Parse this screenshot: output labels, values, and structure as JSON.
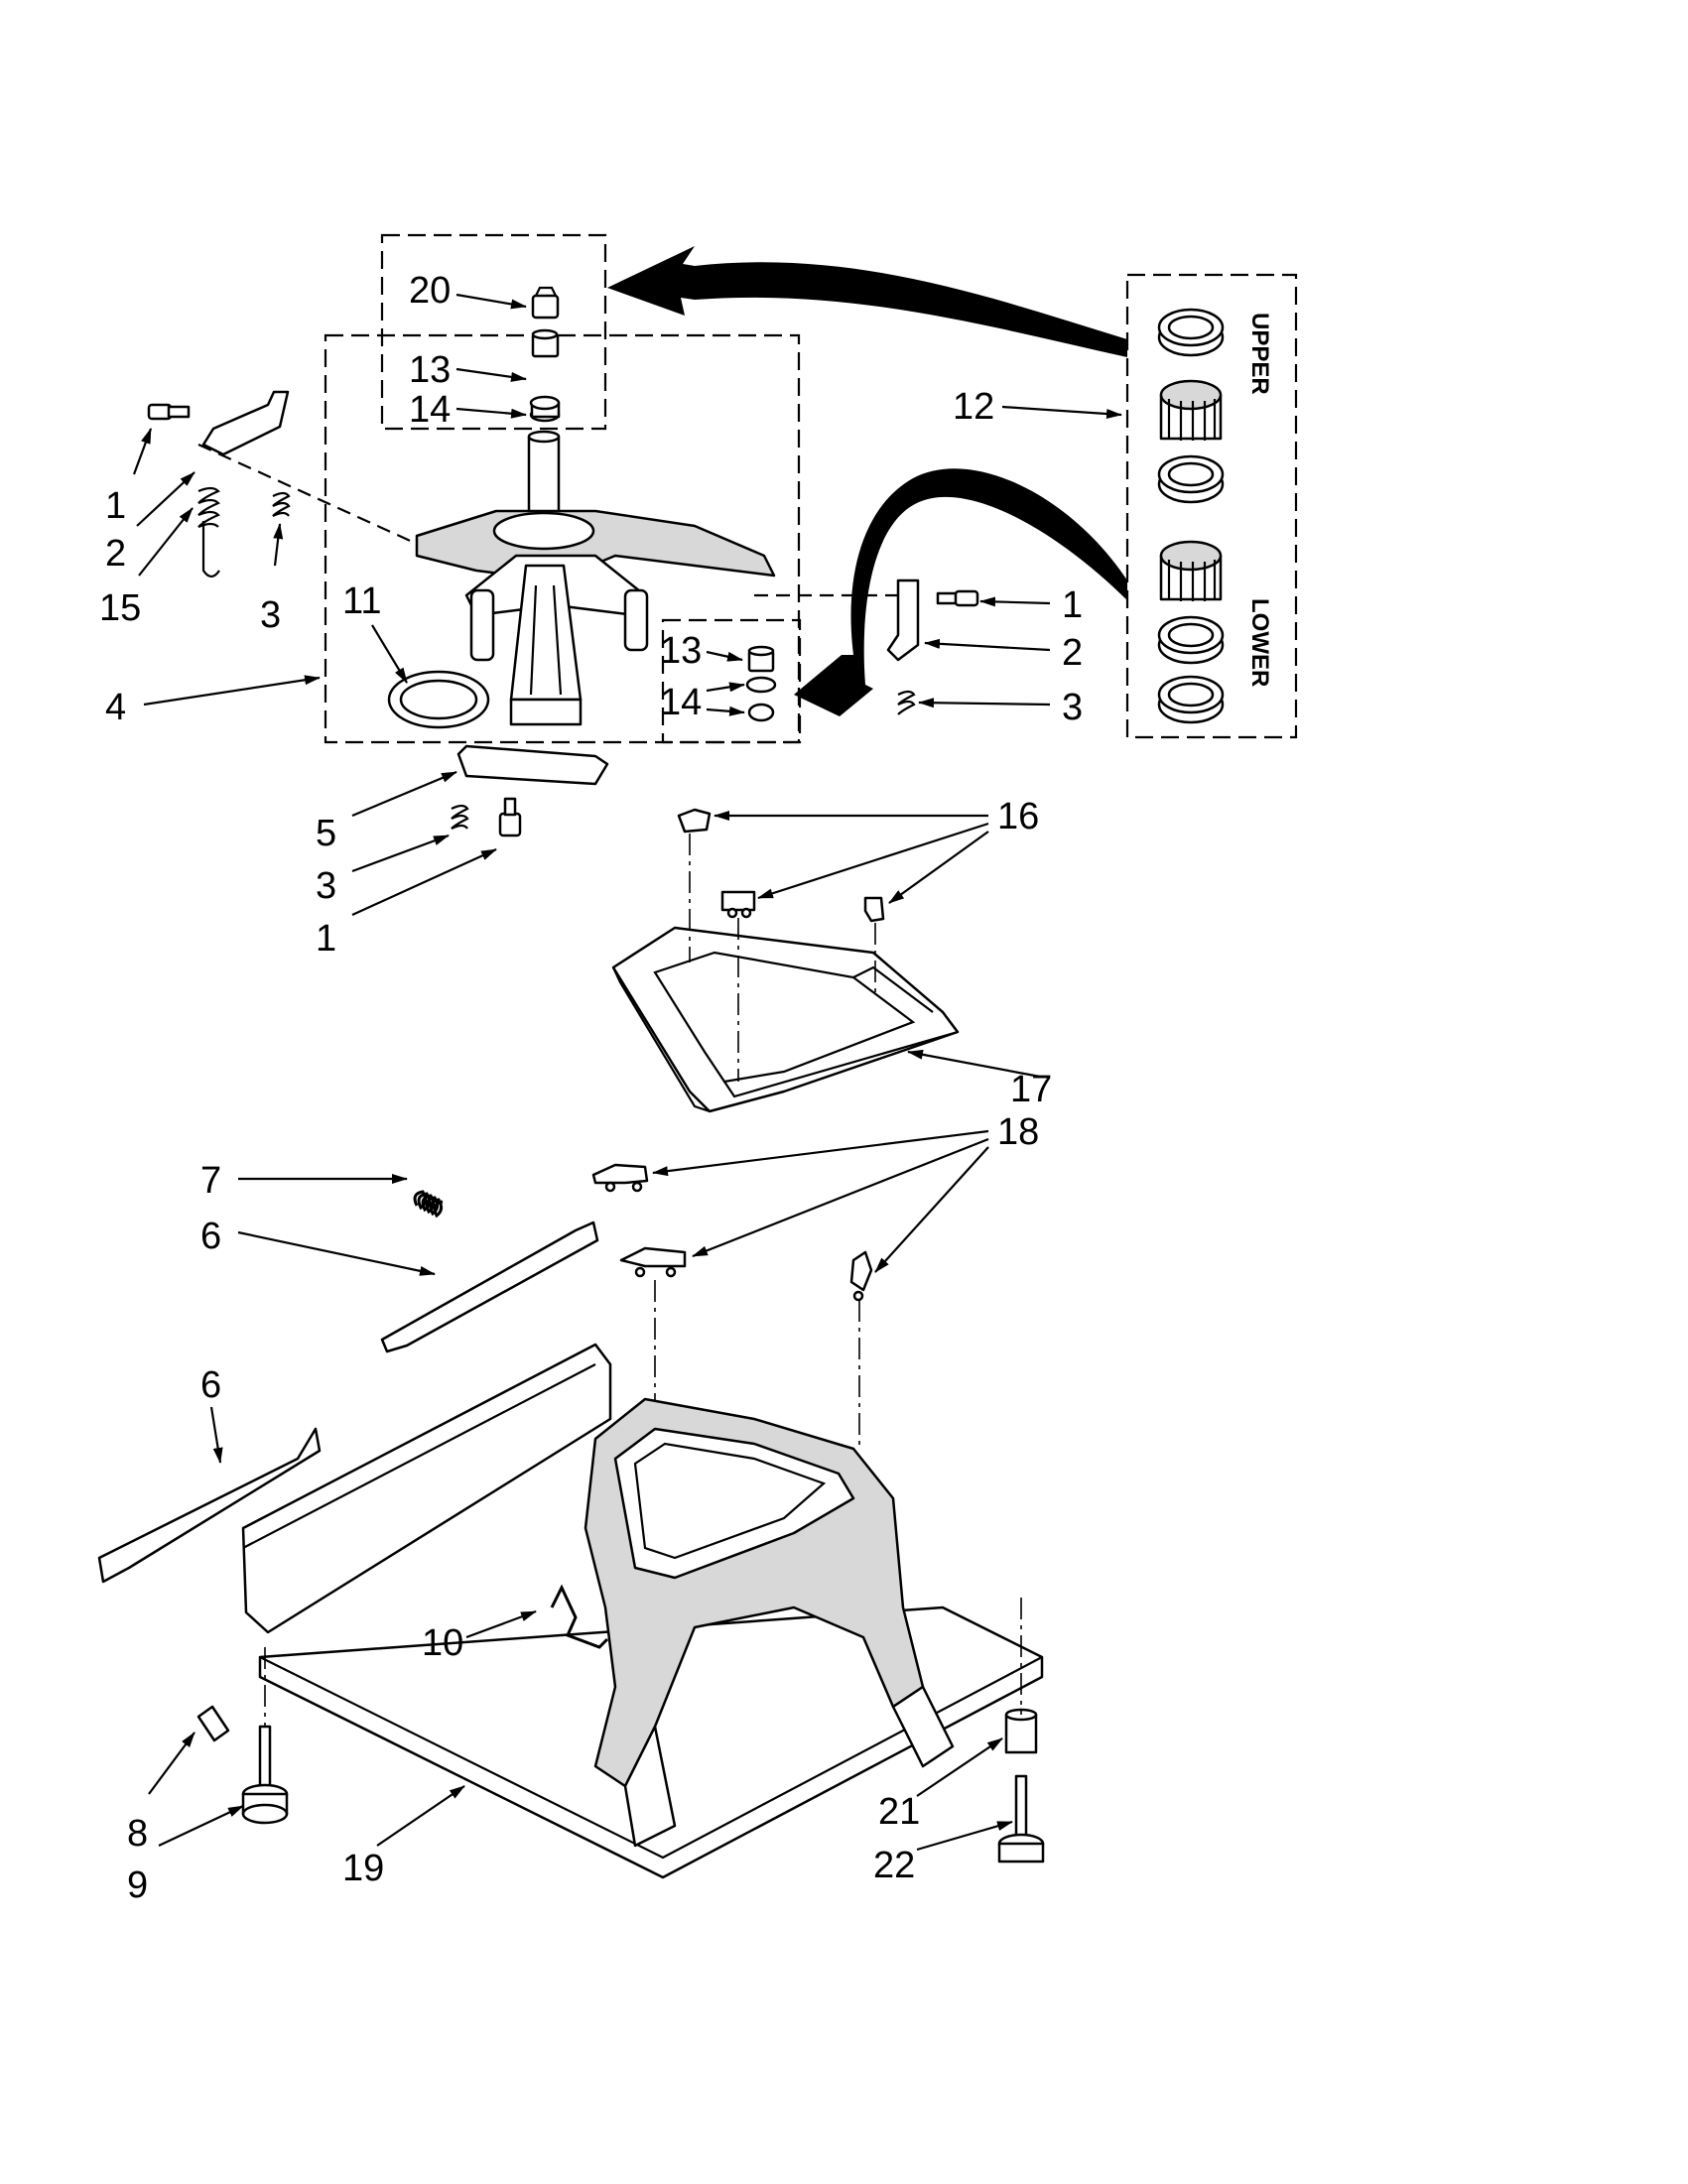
{
  "callouts": [
    {
      "id": "c20",
      "text": "20"
    },
    {
      "id": "c13a",
      "text": "13"
    },
    {
      "id": "c14a",
      "text": "14"
    },
    {
      "id": "c12",
      "text": "12"
    },
    {
      "id": "c1a",
      "text": "1"
    },
    {
      "id": "c2a",
      "text": "2"
    },
    {
      "id": "c15",
      "text": "15"
    },
    {
      "id": "c3a",
      "text": "3"
    },
    {
      "id": "c11",
      "text": "11"
    },
    {
      "id": "c4",
      "text": "4"
    },
    {
      "id": "c13b",
      "text": "13"
    },
    {
      "id": "c14b",
      "text": "14"
    },
    {
      "id": "c1b",
      "text": "1"
    },
    {
      "id": "c2b",
      "text": "2"
    },
    {
      "id": "c3b",
      "text": "3"
    },
    {
      "id": "c5",
      "text": "5"
    },
    {
      "id": "c3c",
      "text": "3"
    },
    {
      "id": "c1c",
      "text": "1"
    },
    {
      "id": "c16",
      "text": "16"
    },
    {
      "id": "c17",
      "text": "17"
    },
    {
      "id": "c18",
      "text": "18"
    },
    {
      "id": "c7",
      "text": "7"
    },
    {
      "id": "c6a",
      "text": "6"
    },
    {
      "id": "c6b",
      "text": "6"
    },
    {
      "id": "c10",
      "text": "10"
    },
    {
      "id": "c8",
      "text": "8"
    },
    {
      "id": "c9",
      "text": "9"
    },
    {
      "id": "c19",
      "text": "19"
    },
    {
      "id": "c21",
      "text": "21"
    },
    {
      "id": "c22",
      "text": "22"
    }
  ],
  "kit_labels": {
    "upper": "UPPER",
    "lower": "LOWER"
  },
  "colors": {
    "ink": "#000000",
    "paper": "#ffffff",
    "shade": "#d8d8d8"
  }
}
